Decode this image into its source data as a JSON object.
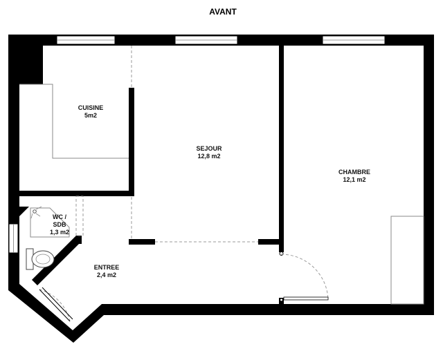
{
  "orientation": "AVANT",
  "rooms": {
    "cuisine": {
      "name": "CUISINE",
      "area": "5m2"
    },
    "sejour": {
      "name": "SEJOUR",
      "area": "12,8 m2"
    },
    "chambre": {
      "name": "CHAMBRE",
      "area": "12,1 m2"
    },
    "wc_sdb": {
      "name_line1": "WC /",
      "name_line2": "SDB",
      "area": "1,3 m2"
    },
    "entree": {
      "name": "ENTREE",
      "area": "2,4 m2"
    }
  }
}
